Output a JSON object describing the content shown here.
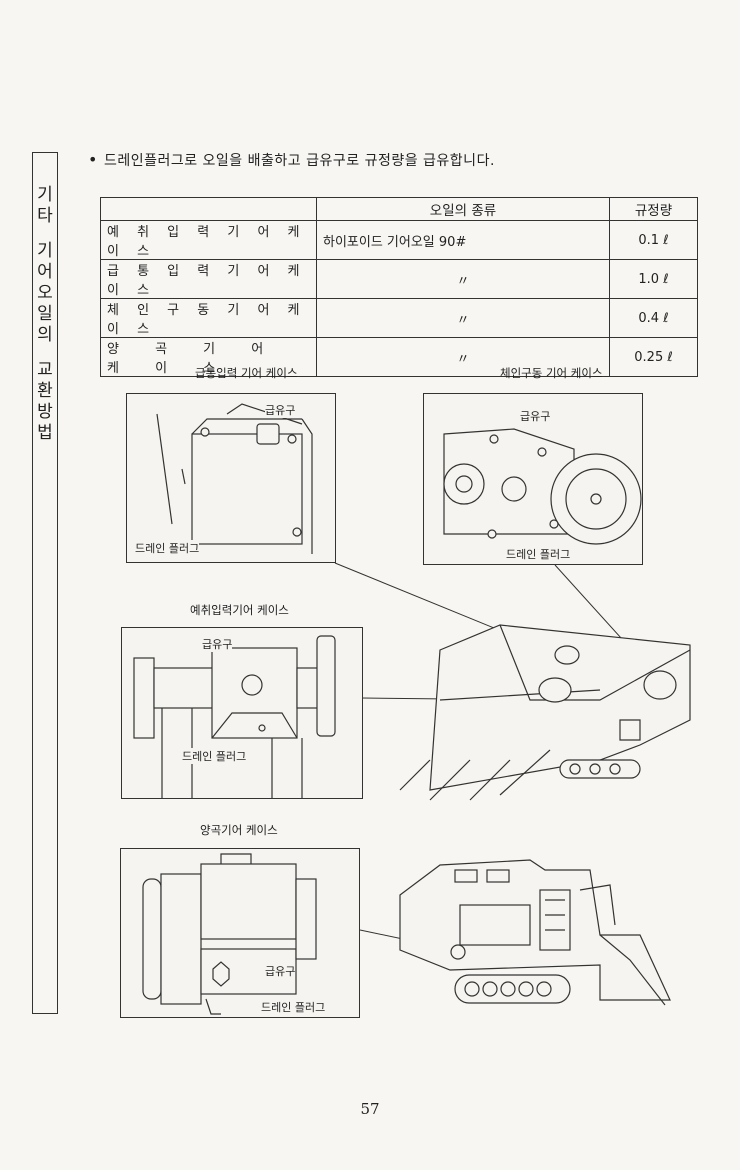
{
  "sidebar": {
    "title_parts": [
      "기",
      "타",
      "",
      "기",
      "어",
      "오",
      "일",
      "의",
      "",
      "교",
      "환",
      "방",
      "법"
    ]
  },
  "intro": {
    "text": "드레인플러그로 오일을 배출하고 급유구로 규정량을 급유합니다."
  },
  "table": {
    "headers": [
      "",
      "오일의 종류",
      "규정량"
    ],
    "rows": [
      {
        "name": "예 취 입 력 기 어 케 이 스",
        "type": "하이포이드 기어오일 90#",
        "amount": "0.1 ℓ"
      },
      {
        "name": "급 통 입 력 기 어 케 이 스",
        "type": "〃",
        "amount": "1.0 ℓ"
      },
      {
        "name": "체 인 구 동 기 어 케 이 스",
        "type": "〃",
        "amount": "0.4 ℓ"
      },
      {
        "name": "양 곡 기 어 케 이 스",
        "type": "〃",
        "amount": "0.25 ℓ"
      }
    ]
  },
  "figures": {
    "f1": {
      "caption": "급통입력 기어 케이스",
      "fill": "급유구",
      "drain": "드레인 플러그"
    },
    "f2": {
      "caption": "체인구동 기어 케이스",
      "fill": "급유구",
      "drain": "드레인 플러그"
    },
    "f3": {
      "caption": "예취입력기어 케이스",
      "fill": "급유구",
      "drain": "드레인 플러그"
    },
    "f4": {
      "caption": "양곡기어 케이스",
      "fill": "급유구",
      "drain": "드레인 플러그"
    }
  },
  "page_number": "57"
}
